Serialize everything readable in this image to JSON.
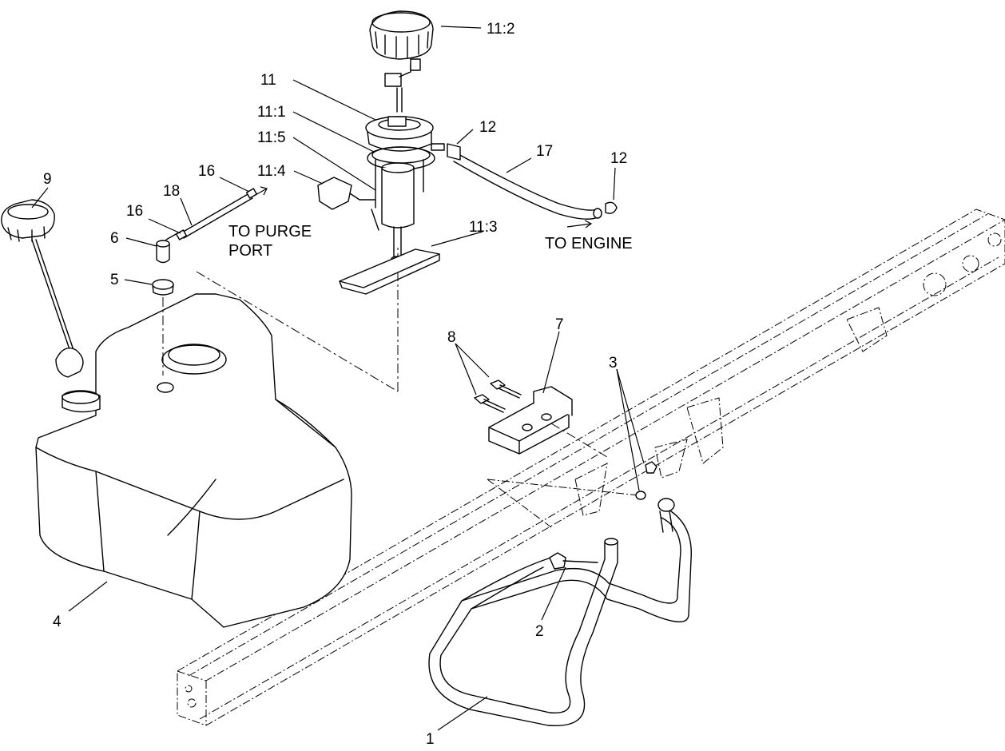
{
  "callouts": [
    {
      "id": "c-11-2",
      "text": "11:2"
    },
    {
      "id": "c-11",
      "text": "11"
    },
    {
      "id": "c-11-1",
      "text": "11:1"
    },
    {
      "id": "c-11-5",
      "text": "11:5"
    },
    {
      "id": "c-12a",
      "text": "12"
    },
    {
      "id": "c-17",
      "text": "17"
    },
    {
      "id": "c-12b",
      "text": "12"
    },
    {
      "id": "c-11-4",
      "text": "11:4"
    },
    {
      "id": "c-16a",
      "text": "16"
    },
    {
      "id": "c-9",
      "text": "9"
    },
    {
      "id": "c-18",
      "text": "18"
    },
    {
      "id": "c-16b",
      "text": "16"
    },
    {
      "id": "c-6",
      "text": "6"
    },
    {
      "id": "c-5",
      "text": "5"
    },
    {
      "id": "c-11-3",
      "text": "11:3"
    },
    {
      "id": "c-8",
      "text": "8"
    },
    {
      "id": "c-7",
      "text": "7"
    },
    {
      "id": "c-3",
      "text": "3"
    },
    {
      "id": "c-4",
      "text": "4"
    },
    {
      "id": "c-2",
      "text": "2"
    },
    {
      "id": "c-1",
      "text": "1"
    }
  ],
  "notes": {
    "purge_line1": "TO PURGE",
    "purge_line2": "PORT",
    "engine": "TO ENGINE"
  }
}
